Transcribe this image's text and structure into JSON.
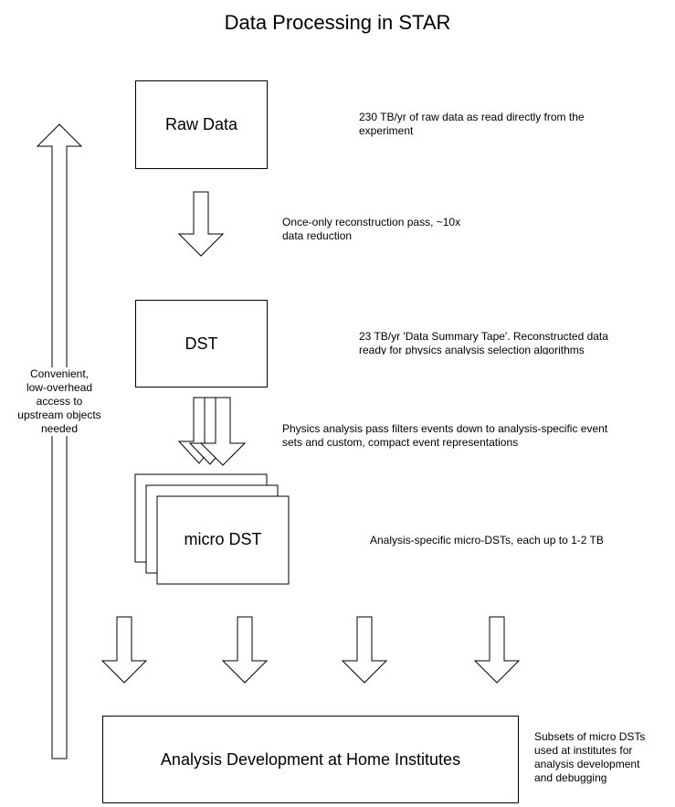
{
  "title": "Data Processing in STAR",
  "boxes": {
    "raw": "Raw Data",
    "dst": "DST",
    "micro": "micro DST",
    "home": "Analysis Development at Home Institutes"
  },
  "notes": {
    "raw_line1": "230 TB/yr of raw data as read directly from the",
    "raw_line2": "experiment",
    "recon_line1": "Once-only reconstruction pass, ~10x",
    "recon_line2": "data reduction",
    "dst_line1": "23 TB/yr 'Data Summary Tape'. Reconstructed data",
    "dst_line2": "ready for physics analysis selection algorithms",
    "filter_line1": "Physics analysis pass filters events down to analysis-specific event",
    "filter_line2": "sets and custom, compact event representations",
    "micro_line1": "Analysis-specific micro-DSTs, each up to 1-2 TB",
    "home_line1": "Subsets of micro DSTs",
    "home_line2": "used at institutes for",
    "home_line3": "analysis development",
    "home_line4": "and debugging"
  },
  "upstream_label": {
    "line1": "Convenient,",
    "line2": "low-overhead",
    "line3": "access to",
    "line4": "upstream objects",
    "line5": "needed"
  }
}
